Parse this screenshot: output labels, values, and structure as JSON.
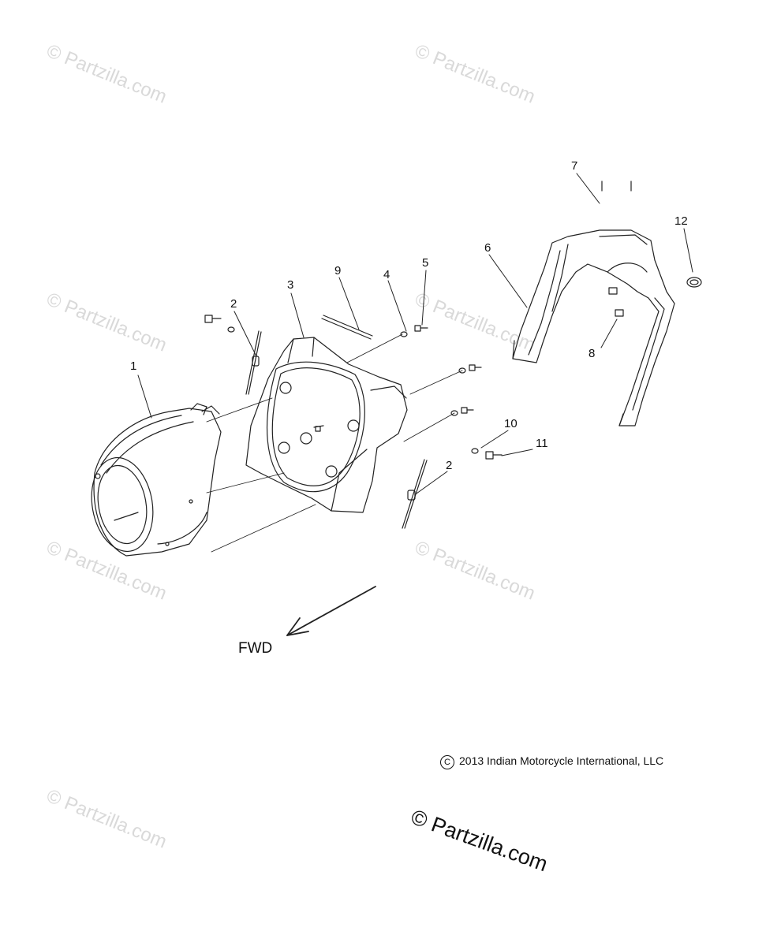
{
  "watermark": "© Partzilla.com",
  "callouts": {
    "c1": "1",
    "c2a": "2",
    "c2b": "2",
    "c3": "3",
    "c4": "4",
    "c5": "5",
    "c6": "6",
    "c7": "7",
    "c8": "8",
    "c9": "9",
    "c10": "10",
    "c11": "11",
    "c12": "12"
  },
  "direction_label": "FWD",
  "copyright": {
    "symbol": "C",
    "text": "2013 Indian Motorcycle International, LLC"
  },
  "brand_watermark": "© Partzilla.com"
}
